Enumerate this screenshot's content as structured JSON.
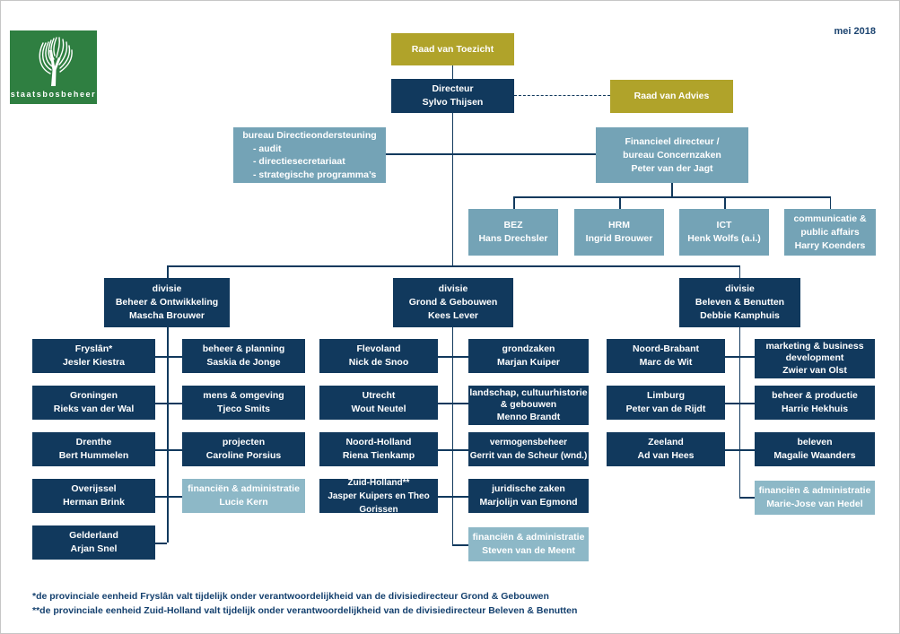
{
  "meta": {
    "date_label": "mei 2018",
    "logo_text": "staatsbosbeheer"
  },
  "colors": {
    "navy": "#11395d",
    "olive": "#b0a32a",
    "steel_blue": "#74a3b6",
    "light_blue": "#8db8c7",
    "logo_green": "#2f7f41",
    "line": "#11395d"
  },
  "top": {
    "raad_van_toezicht": {
      "label": "Raad van Toezicht"
    },
    "directeur": {
      "title": "Directeur",
      "name": "Sylvo Thijsen"
    },
    "raad_van_advies": {
      "label": "Raad van Advies"
    },
    "bureau": {
      "title": "bureau Directieondersteuning",
      "items": [
        "- audit",
        "- directiesecretariaat",
        "- strategische programma’s"
      ]
    },
    "financieel": {
      "line1": "Financieel directeur /",
      "line2": "bureau Concernzaken",
      "name": "Peter van der Jagt"
    },
    "staff": [
      {
        "title": "BEZ",
        "name": "Hans Drechsler"
      },
      {
        "title": "HRM",
        "name": "Ingrid Brouwer"
      },
      {
        "title": "ICT",
        "name": "Henk Wolfs (a.i.)"
      },
      {
        "title": "communicatie & public affairs",
        "name": "Harry Koenders"
      }
    ]
  },
  "divisions": [
    {
      "label": "divisie",
      "name": "Beheer & Ontwikkeling",
      "director": "Mascha Brouwer",
      "left": [
        {
          "title": "Fryslân*",
          "name": "Jesler Kiestra"
        },
        {
          "title": "Groningen",
          "name": "Rieks van der Wal"
        },
        {
          "title": "Drenthe",
          "name": "Bert Hummelen"
        },
        {
          "title": "Overijssel",
          "name": "Herman Brink"
        },
        {
          "title": "Gelderland",
          "name": "Arjan Snel"
        }
      ],
      "right": [
        {
          "title": "beheer & planning",
          "name": "Saskia de Jonge"
        },
        {
          "title": "mens & omgeving",
          "name": "Tjeco Smits"
        },
        {
          "title": "projecten",
          "name": "Caroline Porsius"
        },
        {
          "title": "financiën & administratie",
          "name": "Lucie Kern"
        }
      ]
    },
    {
      "label": "divisie",
      "name": "Grond & Gebouwen",
      "director": "Kees Lever",
      "left": [
        {
          "title": "Flevoland",
          "name": "Nick de Snoo"
        },
        {
          "title": "Utrecht",
          "name": "Wout Neutel"
        },
        {
          "title": "Noord-Holland",
          "name": "Riena Tienkamp"
        },
        {
          "title": "Zuid-Holland**",
          "name": "Jasper Kuipers en Theo Gorissen"
        }
      ],
      "right": [
        {
          "title": "grondzaken",
          "name": "Marjan Kuiper"
        },
        {
          "title": "landschap, cultuurhistorie & gebouwen",
          "name": "Menno Brandt"
        },
        {
          "title": "vermogensbeheer",
          "name": "Gerrit van de Scheur (wnd.)"
        },
        {
          "title": "juridische zaken",
          "name": "Marjolijn van Egmond"
        },
        {
          "title": "financiën & administratie",
          "name": "Steven van de Meent"
        }
      ]
    },
    {
      "label": "divisie",
      "name": "Beleven & Benutten",
      "director": "Debbie Kamphuis",
      "left": [
        {
          "title": "Noord-Brabant",
          "name": "Marc de Wit"
        },
        {
          "title": "Limburg",
          "name": "Peter van de Rijdt"
        },
        {
          "title": "Zeeland",
          "name": "Ad van Hees"
        }
      ],
      "right": [
        {
          "title": "marketing & business development",
          "name": "Zwier van Olst"
        },
        {
          "title": "beheer & productie",
          "name": "Harrie Hekhuis"
        },
        {
          "title": "beleven",
          "name": "Magalie Waanders"
        },
        {
          "title": "financiën & administratie",
          "name": "Marie-Jose van Hedel"
        }
      ]
    }
  ],
  "footnotes": [
    "*de provinciale eenheid Fryslân valt tijdelijk onder verantwoordelijkheid van de divisiedirecteur Grond & Gebouwen",
    "**de provinciale eenheid Zuid-Holland valt tijdelijk onder verantwoordelijkheid van de divisiedirecteur Beleven & Benutten"
  ]
}
